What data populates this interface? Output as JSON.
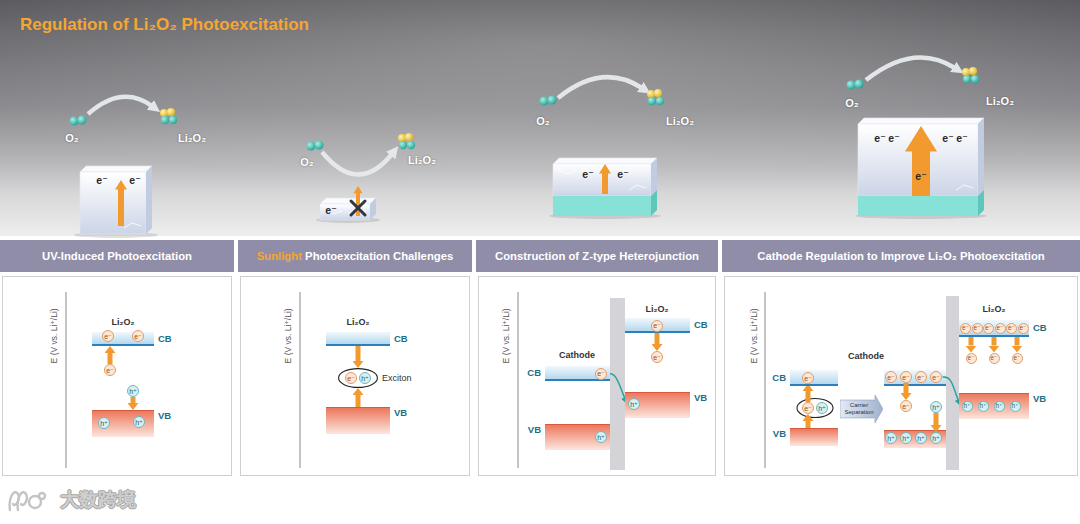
{
  "diagram": {
    "title": "Regulation of Li₂O₂ Photoexcitation",
    "nodes": [
      {
        "text": [
          "e⁻",
          "e⁻"
        ]
      },
      {
        "text": [
          "e⁻"
        ]
      },
      {
        "text": [
          "e⁻",
          "e⁻"
        ]
      },
      {
        "text": [
          "e⁻",
          "e⁻",
          "e⁻",
          "e⁻",
          "e⁻"
        ]
      },
      {
        "text": [
          "UV-Induced Photoexcitation"
        ]
      },
      {
        "text": [
          "CB"
        ],
        "in": 4
      },
      {
        "text": [
          "e⁻"
        ],
        "in": 5
      },
      {
        "text": [
          "e⁻"
        ],
        "in": 5
      },
      {
        "text": [
          "e⁻"
        ],
        "in": 4
      },
      {
        "text": [
          "h⁺"
        ],
        "in": 4
      },
      {
        "text": [
          "VB"
        ],
        "in": 4
      },
      {
        "text": [
          "h⁺"
        ],
        "in": 10
      },
      {
        "text": [
          "h⁺"
        ],
        "in": 10
      },
      {
        "text": [
          "Sunlight",
          "Photoexcitation Challenges"
        ]
      },
      {
        "text": [
          "CB"
        ],
        "in": 13
      },
      {
        "text": [
          "Exciton"
        ],
        "in": 13
      },
      {
        "text": [
          "e⁻"
        ],
        "in": 15
      },
      {
        "text": [
          "h⁺"
        ],
        "in": 15
      },
      {
        "text": [
          "VB"
        ],
        "in": 13
      },
      {
        "text": [
          "Construction of Z-type Heterojunction"
        ]
      },
      {
        "text": [
          "CB"
        ],
        "in": 19
      },
      {
        "text": [
          "e⁻"
        ],
        "in": 20
      },
      {
        "text": [
          "VB"
        ],
        "in": 19
      },
      {
        "text": [
          "h⁺"
        ],
        "in": 22
      },
      {
        "text": [
          "CB"
        ],
        "in": 19
      },
      {
        "text": [
          "e⁻"
        ],
        "in": 24
      },
      {
        "text": [
          "e⁻"
        ],
        "in": 19
      },
      {
        "text": [
          "VB"
        ],
        "in": 19
      },
      {
        "text": [
          "h⁺"
        ],
        "in": 27
      },
      {
        "text": [
          "Cathode Regulation to Improve Li₂O₂ Photoexcitation"
        ]
      },
      {
        "text": [
          "CB"
        ],
        "in": 29
      },
      {
        "text": [
          "e⁻"
        ],
        "in": 30
      },
      {
        "text": [
          "e⁻"
        ],
        "in": 29
      },
      {
        "text": [
          "h⁺"
        ],
        "in": 29
      },
      {
        "text": [
          "VB"
        ],
        "in": 29
      },
      {
        "text": [
          "Carrier Separation"
        ],
        "in": 29
      },
      {
        "text": [
          "e⁻"
        ],
        "in": 29
      },
      {
        "text": [
          "e⁻"
        ],
        "in": 29
      },
      {
        "text": [
          "e⁻"
        ],
        "in": 29
      },
      {
        "text": [
          "e⁻"
        ],
        "in": 29
      },
      {
        "text": [
          "e⁻"
        ],
        "in": 29
      },
      {
        "text": [
          "h⁺"
        ],
        "in": 29
      },
      {
        "text": [
          "h⁺"
        ],
        "in": 29
      },
      {
        "text": [
          "h⁺"
        ],
        "in": 29
      },
      {
        "text": [
          "h⁺"
        ],
        "in": 29
      },
      {
        "text": [
          "h⁺"
        ],
        "in": 29
      },
      {
        "text": [
          "CB"
        ],
        "in": 29
      },
      {
        "text": [
          "e⁻"
        ],
        "in": 46
      },
      {
        "text": [
          "e⁻"
        ],
        "in": 46
      },
      {
        "text": [
          "e⁻"
        ],
        "in": 46
      },
      {
        "text": [
          "e⁻"
        ],
        "in": 46
      },
      {
        "text": [
          "e⁻"
        ],
        "in": 46
      },
      {
        "text": [
          "e⁻"
        ],
        "in": 46
      },
      {
        "text": [
          "e⁻"
        ],
        "in": 29
      },
      {
        "text": [
          "e⁻"
        ],
        "in": 29
      },
      {
        "text": [
          "e⁻"
        ],
        "in": 29
      },
      {
        "text": [
          "VB"
        ],
        "in": 29
      },
      {
        "text": [
          "h⁺"
        ],
        "in": 56
      },
      {
        "text": [
          "h⁺"
        ],
        "in": 56
      },
      {
        "text": [
          "h⁺"
        ],
        "in": 56
      },
      {
        "text": [
          "h⁺"
        ],
        "in": 56
      }
    ],
    "edges": [
      {
        "from": 8,
        "to": 5,
        "arrow": "to"
      },
      {
        "from": 9,
        "to": 10,
        "arrow": "to"
      },
      {
        "from": 14,
        "to": 15,
        "arrow": "to"
      },
      {
        "from": 18,
        "to": 15,
        "arrow": "to"
      },
      {
        "from": 24,
        "to": 26,
        "arrow": "to"
      },
      {
        "from": 21,
        "to": 28,
        "arrow": "to"
      },
      {
        "from": 34,
        "to": 32,
        "arrow": "to"
      },
      {
        "from": 32,
        "to": 31,
        "arrow": "to"
      },
      {
        "from": 37,
        "to": 40,
        "arrow": "to"
      },
      {
        "from": 41,
        "to": 45,
        "arrow": "to"
      },
      {
        "from": 39,
        "to": 57,
        "arrow": "to"
      },
      {
        "from": 46,
        "to": 53,
        "arrow": "to"
      },
      {
        "from": 46,
        "to": 54,
        "arrow": "to"
      },
      {
        "from": 46,
        "to": 55,
        "arrow": "to"
      }
    ],
    "labels": [
      "O₂",
      "Li₂O₂",
      "O₂",
      "Li₂O₂",
      "O₂",
      "Li₂O₂",
      "O₂",
      "Li₂O₂",
      "E (V vs. Li⁺/Li)",
      "Li₂O₂",
      "E (V vs. Li⁺/Li)",
      "Li₂O₂",
      "E (V vs. Li⁺/Li)",
      "Li₂O₂",
      "Cathode",
      "E (V vs. Li⁺/Li)",
      "Cathode",
      "Li₂O₂",
      "大数跨境"
    ]
  }
}
